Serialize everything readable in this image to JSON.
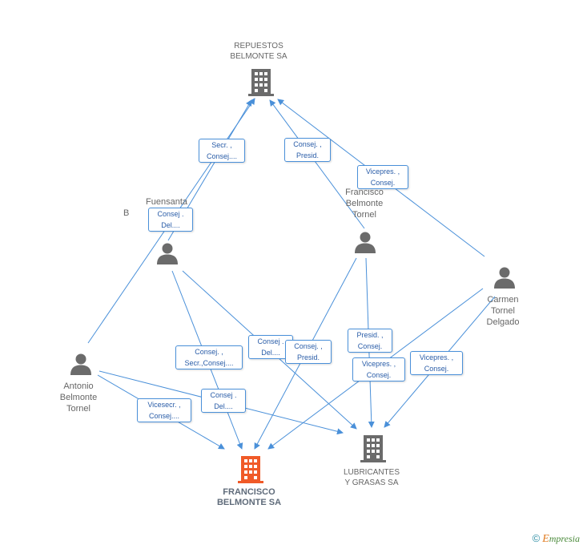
{
  "nodes": {
    "repuestos": {
      "label_line1": "REPUESTOS",
      "label_line2": "BELMONTE SA"
    },
    "francisco_sa": {
      "label_line1": "FRANCISCO",
      "label_line2": "BELMONTE SA"
    },
    "lubricantes": {
      "label_line1": "LUBRICANTES",
      "label_line2": "Y GRASAS SA"
    },
    "fuensanta": {
      "label_line1": "Fuensanta",
      "label_line2": "B"
    },
    "francisco_person": {
      "label_line1": "Francisco",
      "label_line2": "Belmonte",
      "label_line3": "Tornel"
    },
    "antonio": {
      "label_line1": "Antonio",
      "label_line2": "Belmonte",
      "label_line3": "Tornel"
    },
    "carmen": {
      "label_line1": "Carmen",
      "label_line2": "Tornel",
      "label_line3": "Delgado"
    }
  },
  "roles": {
    "r1": {
      "line1": "Secr. ,",
      "line2": "Consej...."
    },
    "r2": {
      "line1": "Consej. ,",
      "line2": "Presid."
    },
    "r3": {
      "line1": "Vicepres. ,",
      "line2": "Consej."
    },
    "r4": {
      "line1": "Consej .",
      "line2": "Del...."
    },
    "r5": {
      "line1": "Consej. ,",
      "line2": "Secr.,Consej...."
    },
    "r6": {
      "line1": "Consej .",
      "line2": "Del...."
    },
    "r7": {
      "line1": "Consej. ,",
      "line2": "Presid."
    },
    "r8": {
      "line1": "Presid. ,",
      "line2": "Consej."
    },
    "r9": {
      "line1": "Vicepres. ,",
      "line2": "Consej."
    },
    "r10": {
      "line1": "Vicepres. ,",
      "line2": "Consej."
    },
    "r11": {
      "line1": "Vicesecr. ,",
      "line2": "Consej...."
    },
    "r12": {
      "line1": "Consej .",
      "line2": "Del...."
    }
  },
  "colors": {
    "edge": "#4a90d9",
    "company_icon": "#6b6b6b",
    "focus_icon": "#f05a28",
    "person_icon": "#6b6b6b"
  },
  "footer": {
    "copyright": "©",
    "brand_first": "E",
    "brand_rest": "mpresia"
  }
}
